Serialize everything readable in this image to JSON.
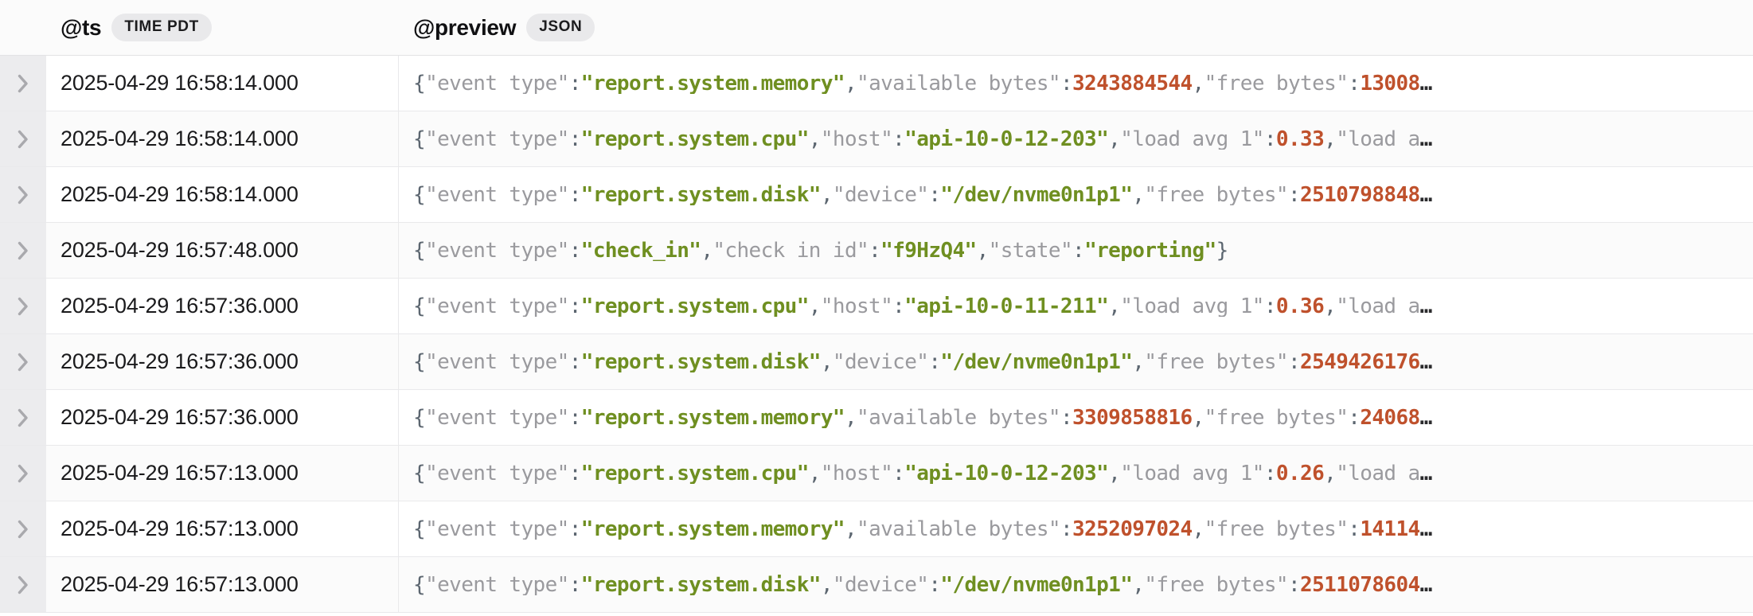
{
  "header": {
    "columns": [
      {
        "name": "@ts",
        "badge": "TIME PDT",
        "type": "time"
      },
      {
        "name": "@preview",
        "badge": "JSON",
        "type": "json"
      }
    ]
  },
  "icons": {
    "expand": "chevron-right-icon"
  },
  "colors": {
    "json_punctuation": "#5c6670",
    "json_key": "#9a9a9e",
    "json_string": "#6f8f21",
    "json_number": "#bf512c",
    "badge_background": "#e9e9eb",
    "gutter_background": "#ececee",
    "row_border": "#e9e9eb",
    "timestamp_text": "#1a1a1c"
  },
  "rows": [
    {
      "ts": "2025-04-29 16:58:14.000",
      "truncated": true,
      "tokens": [
        {
          "t": "punct",
          "v": "{"
        },
        {
          "t": "key",
          "v": "\"event_type\""
        },
        {
          "t": "punct",
          "v": ":"
        },
        {
          "t": "str",
          "v": "\"report.system.memory\""
        },
        {
          "t": "punct",
          "v": ","
        },
        {
          "t": "key",
          "v": "\"available_bytes\""
        },
        {
          "t": "punct",
          "v": ":"
        },
        {
          "t": "num",
          "v": "3243884544"
        },
        {
          "t": "punct",
          "v": ","
        },
        {
          "t": "key",
          "v": "\"free_bytes\""
        },
        {
          "t": "punct",
          "v": ":"
        },
        {
          "t": "num",
          "v": "13008"
        },
        {
          "t": "ell",
          "v": "…"
        }
      ]
    },
    {
      "ts": "2025-04-29 16:58:14.000",
      "truncated": true,
      "tokens": [
        {
          "t": "punct",
          "v": "{"
        },
        {
          "t": "key",
          "v": "\"event_type\""
        },
        {
          "t": "punct",
          "v": ":"
        },
        {
          "t": "str",
          "v": "\"report.system.cpu\""
        },
        {
          "t": "punct",
          "v": ","
        },
        {
          "t": "key",
          "v": "\"host\""
        },
        {
          "t": "punct",
          "v": ":"
        },
        {
          "t": "str",
          "v": "\"api-10-0-12-203\""
        },
        {
          "t": "punct",
          "v": ","
        },
        {
          "t": "key",
          "v": "\"load_avg_1\""
        },
        {
          "t": "punct",
          "v": ":"
        },
        {
          "t": "num",
          "v": "0.33"
        },
        {
          "t": "punct",
          "v": ","
        },
        {
          "t": "key",
          "v": "\"load_a"
        },
        {
          "t": "ell",
          "v": "…"
        }
      ]
    },
    {
      "ts": "2025-04-29 16:58:14.000",
      "truncated": true,
      "tokens": [
        {
          "t": "punct",
          "v": "{"
        },
        {
          "t": "key",
          "v": "\"event_type\""
        },
        {
          "t": "punct",
          "v": ":"
        },
        {
          "t": "str",
          "v": "\"report.system.disk\""
        },
        {
          "t": "punct",
          "v": ","
        },
        {
          "t": "key",
          "v": "\"device\""
        },
        {
          "t": "punct",
          "v": ":"
        },
        {
          "t": "str",
          "v": "\"/dev/nvme0n1p1\""
        },
        {
          "t": "punct",
          "v": ","
        },
        {
          "t": "key",
          "v": "\"free_bytes\""
        },
        {
          "t": "punct",
          "v": ":"
        },
        {
          "t": "num",
          "v": "2510798848"
        },
        {
          "t": "ell",
          "v": "…"
        }
      ]
    },
    {
      "ts": "2025-04-29 16:57:48.000",
      "truncated": false,
      "tokens": [
        {
          "t": "punct",
          "v": "{"
        },
        {
          "t": "key",
          "v": "\"event_type\""
        },
        {
          "t": "punct",
          "v": ":"
        },
        {
          "t": "str",
          "v": "\"check_in\""
        },
        {
          "t": "punct",
          "v": ","
        },
        {
          "t": "key",
          "v": "\"check_in_id\""
        },
        {
          "t": "punct",
          "v": ":"
        },
        {
          "t": "str",
          "v": "\"f9HzQ4\""
        },
        {
          "t": "punct",
          "v": ","
        },
        {
          "t": "key",
          "v": "\"state\""
        },
        {
          "t": "punct",
          "v": ":"
        },
        {
          "t": "str",
          "v": "\"reporting\""
        },
        {
          "t": "punct",
          "v": "}"
        }
      ]
    },
    {
      "ts": "2025-04-29 16:57:36.000",
      "truncated": true,
      "tokens": [
        {
          "t": "punct",
          "v": "{"
        },
        {
          "t": "key",
          "v": "\"event_type\""
        },
        {
          "t": "punct",
          "v": ":"
        },
        {
          "t": "str",
          "v": "\"report.system.cpu\""
        },
        {
          "t": "punct",
          "v": ","
        },
        {
          "t": "key",
          "v": "\"host\""
        },
        {
          "t": "punct",
          "v": ":"
        },
        {
          "t": "str",
          "v": "\"api-10-0-11-211\""
        },
        {
          "t": "punct",
          "v": ","
        },
        {
          "t": "key",
          "v": "\"load_avg_1\""
        },
        {
          "t": "punct",
          "v": ":"
        },
        {
          "t": "num",
          "v": "0.36"
        },
        {
          "t": "punct",
          "v": ","
        },
        {
          "t": "key",
          "v": "\"load_a"
        },
        {
          "t": "ell",
          "v": "…"
        }
      ]
    },
    {
      "ts": "2025-04-29 16:57:36.000",
      "truncated": true,
      "tokens": [
        {
          "t": "punct",
          "v": "{"
        },
        {
          "t": "key",
          "v": "\"event_type\""
        },
        {
          "t": "punct",
          "v": ":"
        },
        {
          "t": "str",
          "v": "\"report.system.disk\""
        },
        {
          "t": "punct",
          "v": ","
        },
        {
          "t": "key",
          "v": "\"device\""
        },
        {
          "t": "punct",
          "v": ":"
        },
        {
          "t": "str",
          "v": "\"/dev/nvme0n1p1\""
        },
        {
          "t": "punct",
          "v": ","
        },
        {
          "t": "key",
          "v": "\"free_bytes\""
        },
        {
          "t": "punct",
          "v": ":"
        },
        {
          "t": "num",
          "v": "2549426176"
        },
        {
          "t": "ell",
          "v": "…"
        }
      ]
    },
    {
      "ts": "2025-04-29 16:57:36.000",
      "truncated": true,
      "tokens": [
        {
          "t": "punct",
          "v": "{"
        },
        {
          "t": "key",
          "v": "\"event_type\""
        },
        {
          "t": "punct",
          "v": ":"
        },
        {
          "t": "str",
          "v": "\"report.system.memory\""
        },
        {
          "t": "punct",
          "v": ","
        },
        {
          "t": "key",
          "v": "\"available_bytes\""
        },
        {
          "t": "punct",
          "v": ":"
        },
        {
          "t": "num",
          "v": "3309858816"
        },
        {
          "t": "punct",
          "v": ","
        },
        {
          "t": "key",
          "v": "\"free_bytes\""
        },
        {
          "t": "punct",
          "v": ":"
        },
        {
          "t": "num",
          "v": "24068"
        },
        {
          "t": "ell",
          "v": "…"
        }
      ]
    },
    {
      "ts": "2025-04-29 16:57:13.000",
      "truncated": true,
      "tokens": [
        {
          "t": "punct",
          "v": "{"
        },
        {
          "t": "key",
          "v": "\"event_type\""
        },
        {
          "t": "punct",
          "v": ":"
        },
        {
          "t": "str",
          "v": "\"report.system.cpu\""
        },
        {
          "t": "punct",
          "v": ","
        },
        {
          "t": "key",
          "v": "\"host\""
        },
        {
          "t": "punct",
          "v": ":"
        },
        {
          "t": "str",
          "v": "\"api-10-0-12-203\""
        },
        {
          "t": "punct",
          "v": ","
        },
        {
          "t": "key",
          "v": "\"load_avg_1\""
        },
        {
          "t": "punct",
          "v": ":"
        },
        {
          "t": "num",
          "v": "0.26"
        },
        {
          "t": "punct",
          "v": ","
        },
        {
          "t": "key",
          "v": "\"load_a"
        },
        {
          "t": "ell",
          "v": "…"
        }
      ]
    },
    {
      "ts": "2025-04-29 16:57:13.000",
      "truncated": true,
      "tokens": [
        {
          "t": "punct",
          "v": "{"
        },
        {
          "t": "key",
          "v": "\"event_type\""
        },
        {
          "t": "punct",
          "v": ":"
        },
        {
          "t": "str",
          "v": "\"report.system.memory\""
        },
        {
          "t": "punct",
          "v": ","
        },
        {
          "t": "key",
          "v": "\"available_bytes\""
        },
        {
          "t": "punct",
          "v": ":"
        },
        {
          "t": "num",
          "v": "3252097024"
        },
        {
          "t": "punct",
          "v": ","
        },
        {
          "t": "key",
          "v": "\"free_bytes\""
        },
        {
          "t": "punct",
          "v": ":"
        },
        {
          "t": "num",
          "v": "14114"
        },
        {
          "t": "ell",
          "v": "…"
        }
      ]
    },
    {
      "ts": "2025-04-29 16:57:13.000",
      "truncated": true,
      "tokens": [
        {
          "t": "punct",
          "v": "{"
        },
        {
          "t": "key",
          "v": "\"event_type\""
        },
        {
          "t": "punct",
          "v": ":"
        },
        {
          "t": "str",
          "v": "\"report.system.disk\""
        },
        {
          "t": "punct",
          "v": ","
        },
        {
          "t": "key",
          "v": "\"device\""
        },
        {
          "t": "punct",
          "v": ":"
        },
        {
          "t": "str",
          "v": "\"/dev/nvme0n1p1\""
        },
        {
          "t": "punct",
          "v": ","
        },
        {
          "t": "key",
          "v": "\"free_bytes\""
        },
        {
          "t": "punct",
          "v": ":"
        },
        {
          "t": "num",
          "v": "2511078604"
        },
        {
          "t": "ell",
          "v": "…"
        }
      ]
    }
  ]
}
